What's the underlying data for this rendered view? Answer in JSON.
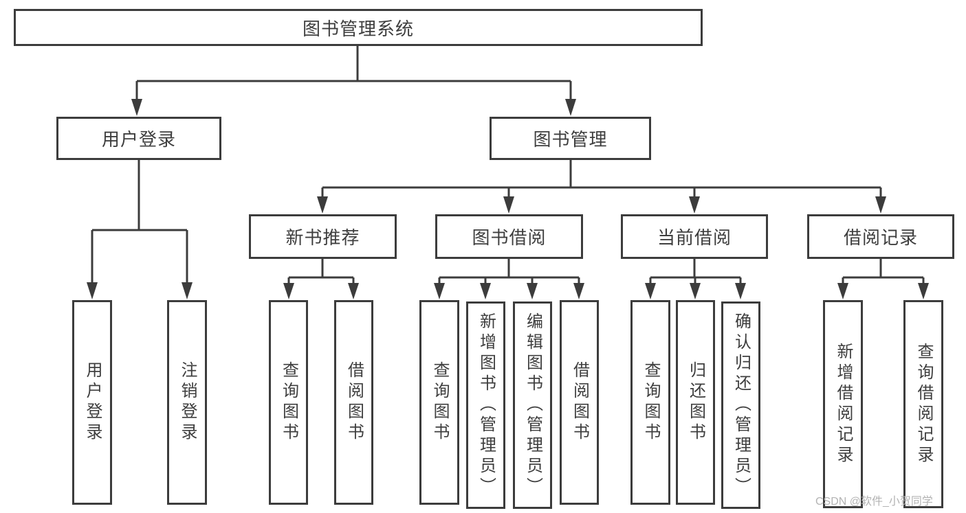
{
  "tree": {
    "root": {
      "label": "图书管理系统"
    },
    "branches": [
      {
        "label": "用户登录",
        "children": [
          {
            "label": "用户登录"
          },
          {
            "label": "注销登录"
          }
        ]
      },
      {
        "label": "图书管理",
        "children": [
          {
            "label": "新书推荐",
            "children": [
              {
                "label": "查询图书"
              },
              {
                "label": "借阅图书"
              }
            ]
          },
          {
            "label": "图书借阅",
            "children": [
              {
                "label": "查询图书"
              },
              {
                "label": "新增图书（管理员）"
              },
              {
                "label": "编辑图书（管理员）"
              },
              {
                "label": "借阅图书"
              }
            ]
          },
          {
            "label": "当前借阅",
            "children": [
              {
                "label": "查询图书"
              },
              {
                "label": "归还图书"
              },
              {
                "label": "确认归还（管理员）"
              }
            ]
          },
          {
            "label": "借阅记录",
            "children": [
              {
                "label": "新增借阅记录"
              },
              {
                "label": "查询借阅记录"
              }
            ]
          }
        ]
      }
    ]
  },
  "watermark": "CSDN @软件_小贺同学",
  "colors": {
    "line": "#3c3c3c",
    "text": "#3e3e3e",
    "watermark": "#b3b3b3",
    "background": "#ffffff"
  }
}
